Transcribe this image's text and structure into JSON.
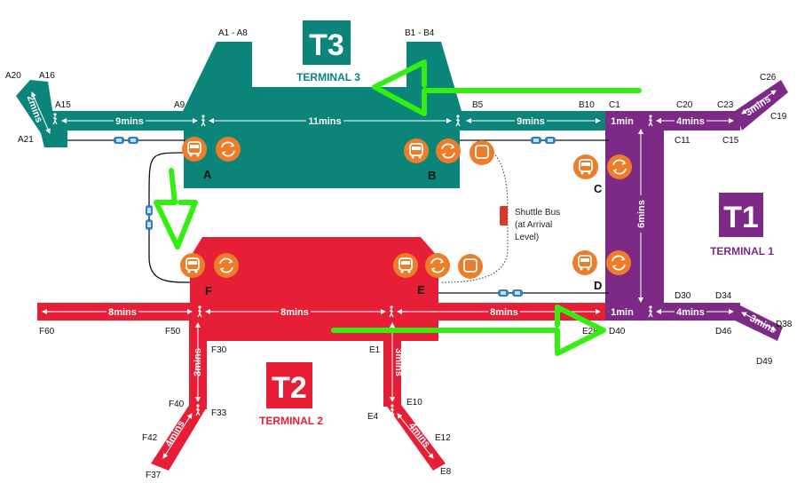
{
  "colors": {
    "t1": "#7d2a86",
    "t2": "#e61e36",
    "t3": "#0b847a",
    "station": "#ee7d2b",
    "highlight_arrow": "#33ee11",
    "skytrain": "#2f7fc1",
    "shuttle": "#d63a2f"
  },
  "terminals": {
    "t1": {
      "code": "T1",
      "name": "TERMINAL 1"
    },
    "t2": {
      "code": "T2",
      "name": "TERMINAL 2"
    },
    "t3": {
      "code": "T3",
      "name": "TERMINAL 3"
    }
  },
  "stations": {
    "a": "A",
    "b": "B",
    "c": "C",
    "d": "D",
    "e": "E",
    "f": "F"
  },
  "gates": {
    "a20": "A20",
    "a16": "A16",
    "a15": "A15",
    "a21": "A21",
    "a9": "A9",
    "a1_a8": "A1 - A8",
    "b1_b4": "B1 - B4",
    "b5": "B5",
    "b10": "B10",
    "c1": "C1",
    "c20": "C20",
    "c23": "C23",
    "c26": "C26",
    "c19": "C19",
    "c11": "C11",
    "c15": "C15",
    "d30": "D30",
    "d34": "D34",
    "d38": "D38",
    "d46": "D46",
    "d49": "D49",
    "d40": "D40",
    "e28": "E28",
    "e1": "E1",
    "e10": "E10",
    "e4": "E4",
    "e12": "E12",
    "e8": "E8",
    "f60": "F60",
    "f50": "F50",
    "f30": "F30",
    "f40": "F40",
    "f33": "F33",
    "f42": "F42",
    "f37": "F37"
  },
  "walk_times": {
    "t3_west": "9mins",
    "t3_middle": "11mins",
    "t3_east": "9mins",
    "t3_curve": "2mins",
    "t1_link_top": "1min",
    "t1_c_pier": "4mins",
    "t1_c_branch": "3mins",
    "t1_vertical": "6mins",
    "t1_link_bottom": "1min",
    "t1_d_pier": "4mins",
    "t1_d_branch": "3mins",
    "t2_f_west": "8mins",
    "t2_middle": "8mins",
    "t2_east": "8mins",
    "t2_f_down": "3mins",
    "t2_f_branch": "4mins",
    "t2_e_down": "3mins",
    "t2_e_branch": "4mins"
  },
  "shuttle": {
    "line1": "Shuttle Bus",
    "line2": "(at Arrival",
    "line3": "Level)"
  }
}
